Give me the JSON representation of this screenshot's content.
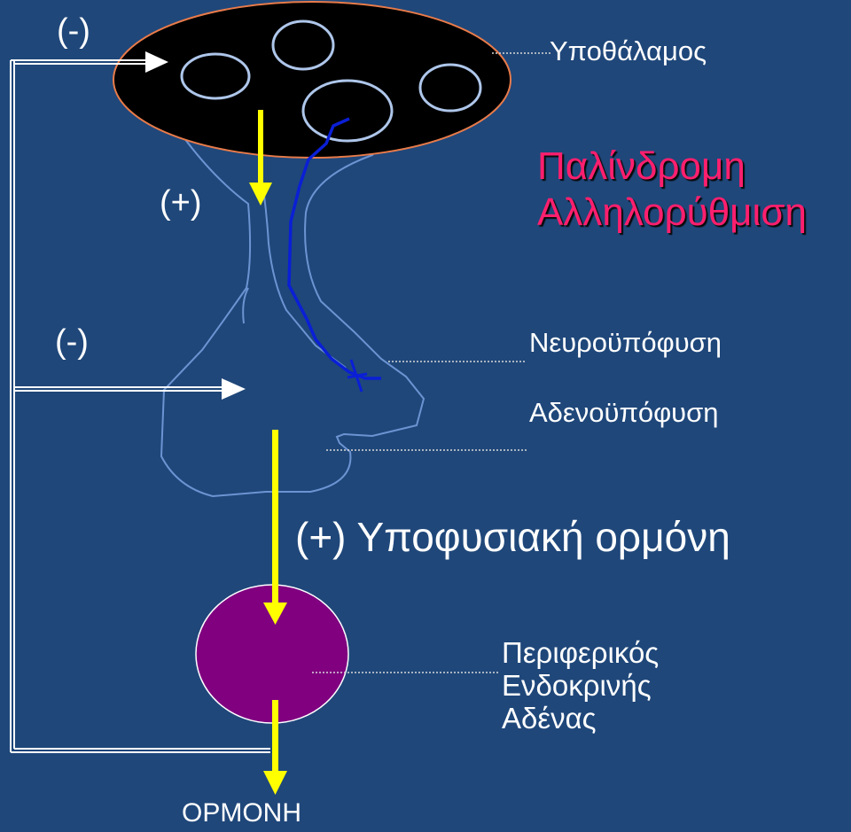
{
  "labels": {
    "neg_sign_top": "(-)",
    "pos_sign": "(+)",
    "neg_sign_mid": "(-)",
    "hypothalamus": "Υποθάλαμος",
    "neurohypophysis": "Νευροϋπόφυση",
    "adenohypophysis": "Αδενοϋπόφυση",
    "pituitary_hormone": "(+) Υποφυσιακή ορμόνη",
    "hormone": "ΟΡΜΟΝΗ"
  },
  "title": {
    "line1": "Παλίνδρομη",
    "line2": "Αλληλορύθμιση"
  },
  "gland": {
    "line1": "Περιφερικός",
    "line2": "Ενδοκρινής",
    "line3": "Αδένας"
  },
  "colors": {
    "background": "#1f477a",
    "arrow_yellow": "#ffff00",
    "hypothalamus_fill": "#000000",
    "gland_fill": "#800080",
    "nerve_blue": "#0a1fd6",
    "title_pink": "#ff1f6e"
  }
}
